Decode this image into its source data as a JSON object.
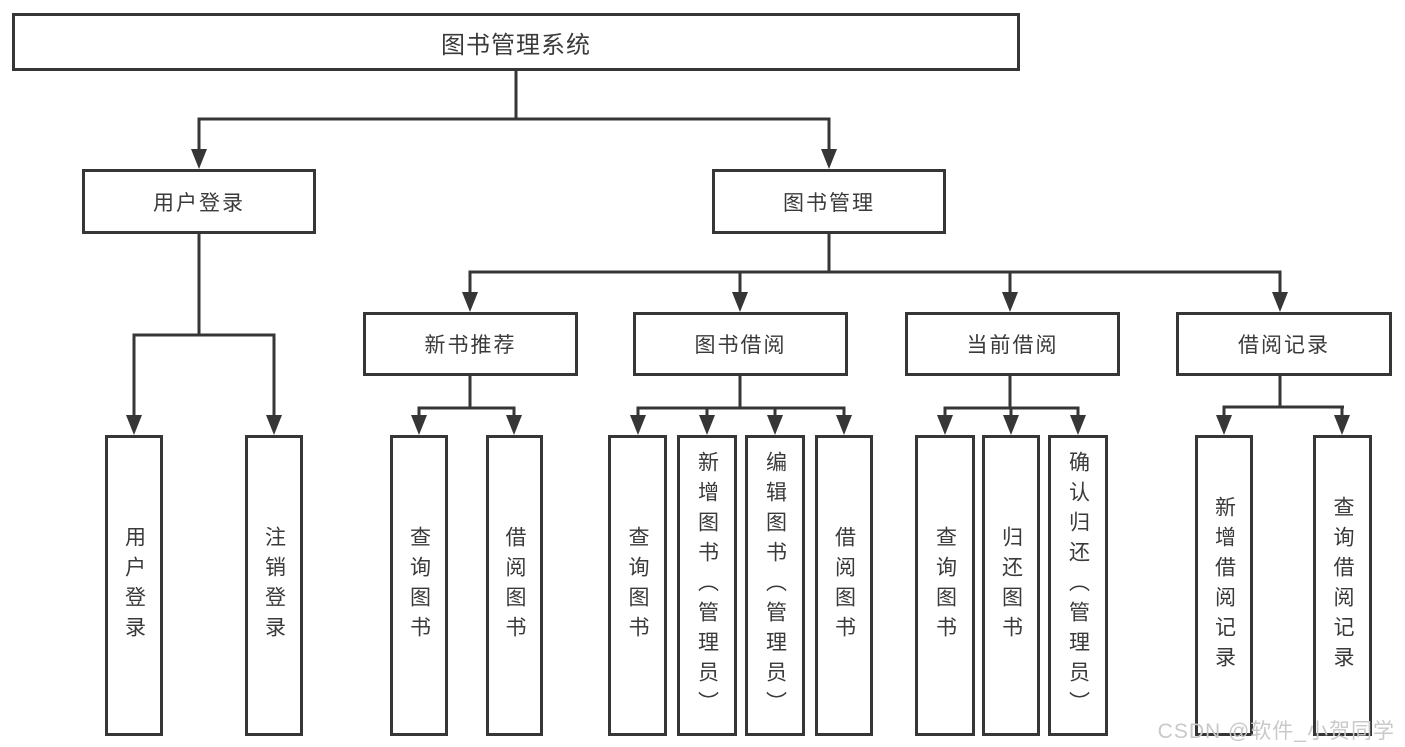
{
  "tree": {
    "label": "图书管理系统",
    "children": [
      {
        "label": "用户登录",
        "children": [
          {
            "label": "用户登录"
          },
          {
            "label": "注销登录"
          }
        ]
      },
      {
        "label": "图书管理",
        "children": [
          {
            "label": "新书推荐",
            "children": [
              {
                "label": "查询图书"
              },
              {
                "label": "借阅图书"
              }
            ]
          },
          {
            "label": "图书借阅",
            "children": [
              {
                "label": "查询图书"
              },
              {
                "label": "新增图书（管理员）"
              },
              {
                "label": "编辑图书（管理员）"
              },
              {
                "label": "借阅图书"
              }
            ]
          },
          {
            "label": "当前借阅",
            "children": [
              {
                "label": "查询图书"
              },
              {
                "label": "归还图书"
              },
              {
                "label": "确认归还（管理员）"
              }
            ]
          },
          {
            "label": "借阅记录",
            "children": [
              {
                "label": "新增借阅记录"
              },
              {
                "label": "查询借阅记录"
              }
            ]
          }
        ]
      }
    ]
  },
  "watermark": "CSDN @软件_小贺同学",
  "colors": {
    "line": "#363636",
    "text": "#3a3a3a",
    "watermark": "#c9c9c9",
    "background": "#ffffff"
  }
}
